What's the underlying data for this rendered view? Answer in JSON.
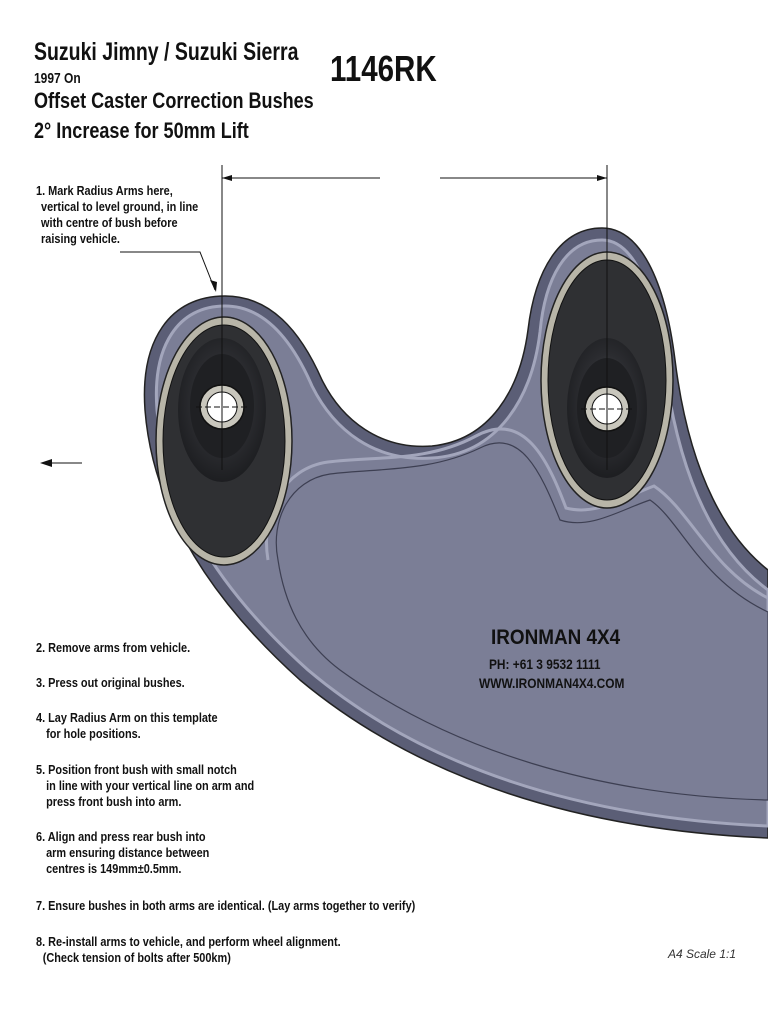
{
  "header": {
    "vehicle": "Suzuki Jimny / Suzuki Sierra",
    "year": "1997 On",
    "product": "Offset Caster Correction Bushes",
    "spec": "2° Increase for 50mm Lift",
    "part_number": "1146RK"
  },
  "step1": [
    "1. Mark Radius Arms here,",
    "vertical to level ground, in line",
    "with centre of bush before",
    "raising vehicle."
  ],
  "steps": [
    {
      "first": "2. Remove arms from vehicle.",
      "rest": []
    },
    {
      "first": "3. Press out original bushes.",
      "rest": []
    },
    {
      "first": "4. Lay Radius Arm on this template",
      "rest": [
        "for hole positions."
      ]
    },
    {
      "first": "5. Position front bush with small notch",
      "rest": [
        "in line with your vertical line on arm and",
        "press front bush into arm."
      ]
    },
    {
      "first": "6. Align and press rear bush into",
      "rest": [
        "arm ensuring distance between",
        "centres is 149mm±0.5mm."
      ]
    },
    {
      "first": "7. Ensure bushes in both arms are identical. (Lay arms together to verify)",
      "rest": []
    },
    {
      "first": "8. Re-install arms to vehicle, and perform wheel alignment.",
      "rest": [
        "(Check tension of bolts after 500km)"
      ]
    }
  ],
  "brand": {
    "name": "IRONMAN 4X4",
    "phone": "PH: +61 3 9532 1111",
    "website": "WWW.IRONMAN4X4.COM"
  },
  "scale": "A4 Scale 1:1",
  "colors": {
    "arm": "#7b7e96",
    "arm_dark": "#5b5e76",
    "arm_light": "#a3a6bc",
    "bush": "#2f3033",
    "bush_ring": "#b8b5a8"
  }
}
